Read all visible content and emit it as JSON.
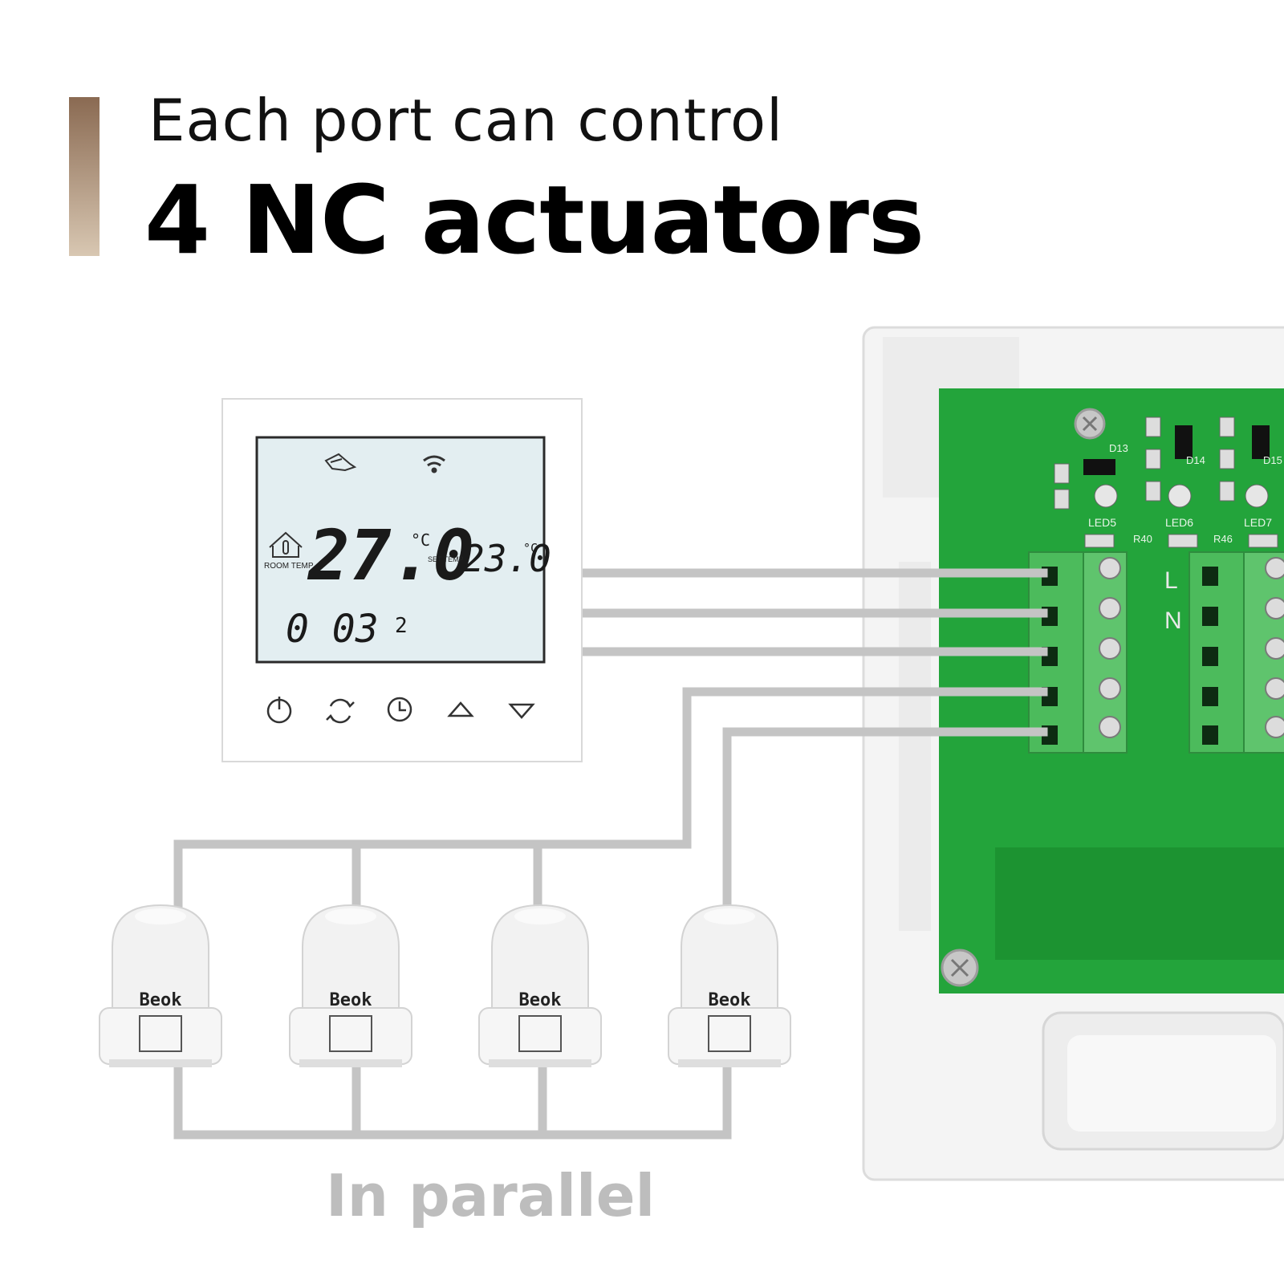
{
  "header": {
    "subtitle": "Each port can control",
    "title": "4 NC actuators"
  },
  "thermostat": {
    "room_temp": "27.0",
    "room_temp_unit": "°C",
    "room_temp_label": "ROOM TEMP",
    "set_temp": "23.0",
    "set_temp_unit": "°C",
    "set_temp_label": "SET TEMP",
    "clock": "0 03",
    "day": "2",
    "icons": [
      "hand-icon",
      "wifi-icon",
      "house-thermometer-icon"
    ],
    "buttons": [
      "power-icon",
      "mode-cycle-icon",
      "clock-icon",
      "up-arrow-icon",
      "down-arrow-icon"
    ]
  },
  "actuators": {
    "brand": "Beok"
  },
  "pcb": {
    "leds": [
      "LED5",
      "LED6",
      "LED7"
    ],
    "diodes": [
      "D13",
      "D14",
      "D15"
    ],
    "resistors": [
      "R40",
      "R46"
    ],
    "terminal_labels": [
      "L",
      "N"
    ]
  },
  "footer": {
    "text": "In parallel"
  },
  "colors": {
    "accent_top": "#8a6a52",
    "accent_bottom": "#d8c7b2",
    "wire": "#c4c4c4",
    "pcb_green": "#22a33a",
    "terminal_green": "#4cbb5c",
    "lcd": "#e3eef1"
  }
}
